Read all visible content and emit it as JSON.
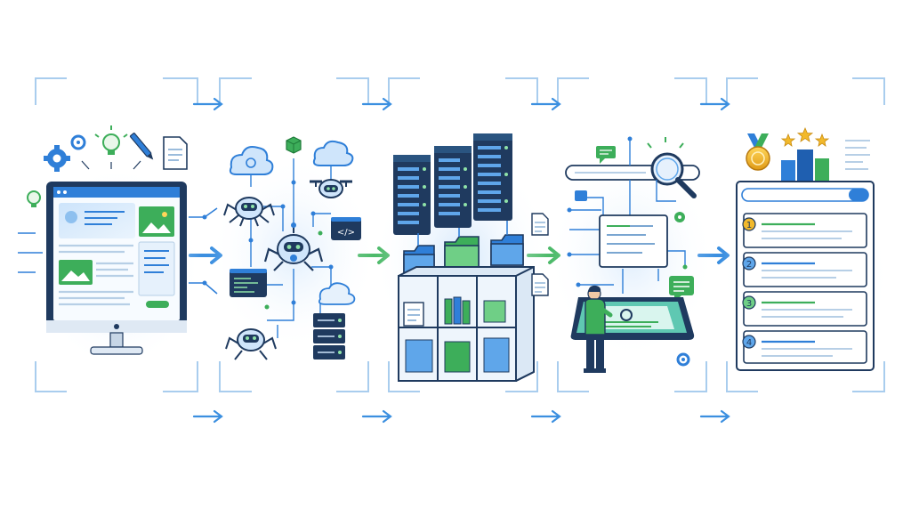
{
  "diagram": {
    "stages": [
      {
        "id": "website-source",
        "caption": ""
      },
      {
        "id": "web-crawling",
        "caption": ""
      },
      {
        "id": "indexing-storage",
        "caption": ""
      },
      {
        "id": "query-processing",
        "caption": ""
      },
      {
        "id": "ranked-results",
        "caption": ""
      }
    ],
    "rank_labels": [
      "1",
      "2",
      "3",
      "4"
    ],
    "code_glyph": "</>",
    "colors": {
      "primary_blue": "#2f7fd8",
      "dark_navy": "#1f3a5f",
      "green": "#3dae5a",
      "light_blue_fill": "#e6f1fc",
      "gold": "#f2b92b",
      "arrow_blue": "#3b8fe0",
      "arrow_green": "#47b865"
    },
    "icons": [
      "gear-icon",
      "lightbulb-icon",
      "pen-icon",
      "document-icon",
      "cloud-icon",
      "robot-spider-icon",
      "drone-icon",
      "server-rack-icon",
      "folder-icon",
      "magnifier-icon",
      "chat-bubble-icon",
      "person-icon",
      "tablet-icon",
      "medal-icon",
      "star-icon",
      "bar-chart-icon"
    ]
  }
}
